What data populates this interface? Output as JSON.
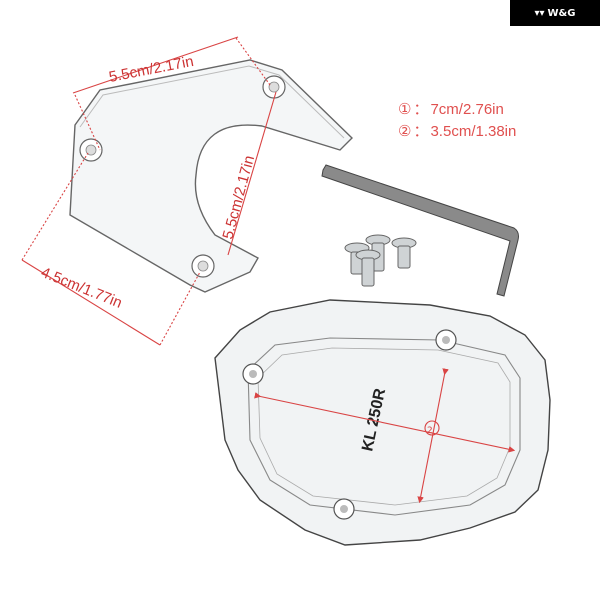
{
  "brand": {
    "name": "W&G"
  },
  "dimensions": {
    "top_width": "5.5cm/2.17in",
    "arc_height": "5.5cm/2.17in",
    "left_width": "4.5cm/1.77in"
  },
  "legend": [
    {
      "marker": "①",
      "sep": "：",
      "value": "7cm/2.76in"
    },
    {
      "marker": "②",
      "sep": "：",
      "value": "3.5cm/1.38in"
    }
  ],
  "plate_logo": "KL 250R",
  "colors": {
    "dimension": "#e0504f",
    "outline": "#555555",
    "brand_bg": "#000000"
  }
}
